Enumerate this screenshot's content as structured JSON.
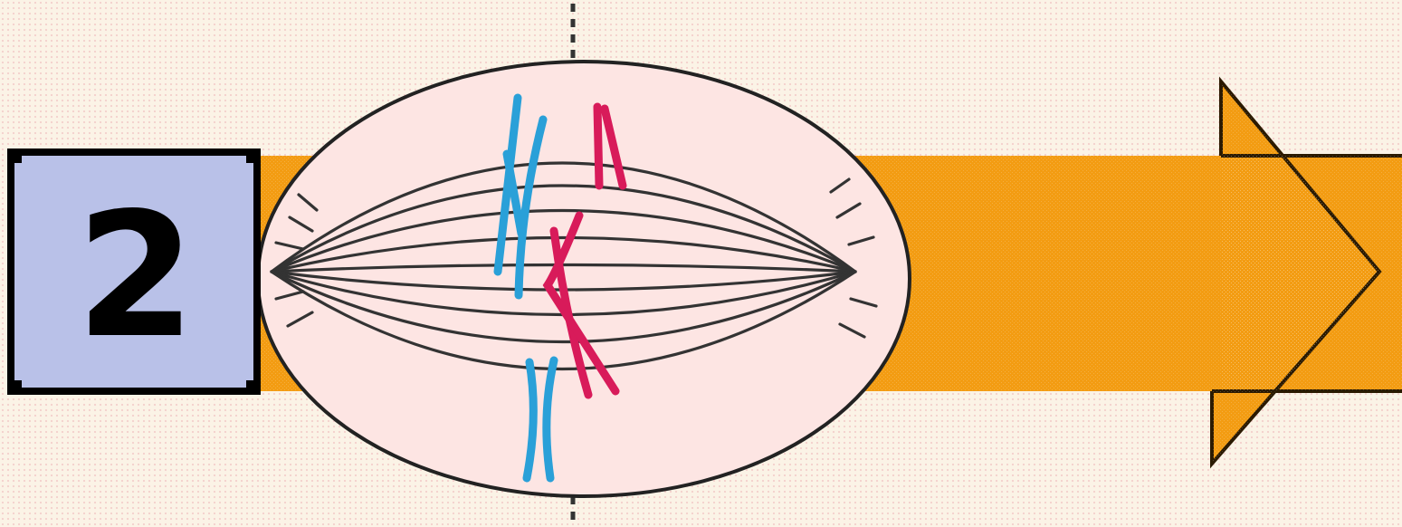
{
  "diagram": {
    "step_label": "2",
    "colors": {
      "background": "#fbf3e6",
      "arrow_fill": "#f39c12",
      "arrow_stroke": "#2b1a00",
      "label_box_fill": "#b9c1e8",
      "cell_fill": "#fde5e3",
      "cell_outline": "#222222",
      "spindle_fiber": "#333333",
      "chromosome_blue": "#2aa0d8",
      "chromosome_red": "#d81b5a"
    },
    "icons": [
      "step-number-box",
      "progress-arrow",
      "dividing-cell",
      "spindle-fibers",
      "chromosomes"
    ]
  }
}
